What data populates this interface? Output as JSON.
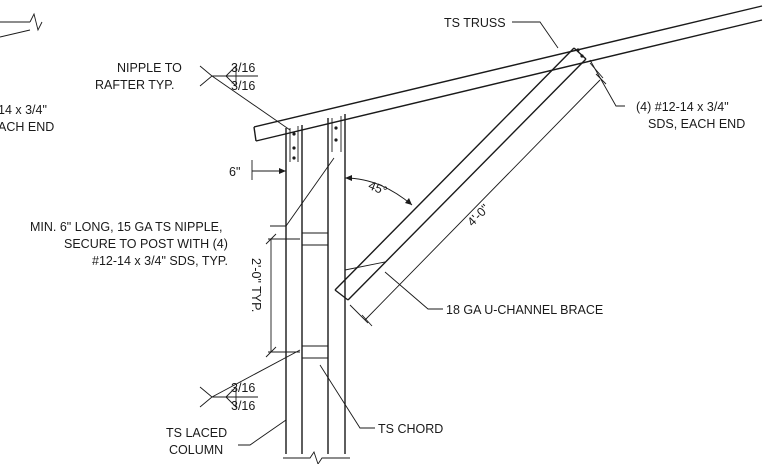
{
  "labels": {
    "ts_truss": "TS TRUSS",
    "nipple_line1": "NIPPLE TO",
    "nipple_line2": "RAFTER TYP.",
    "weld_top_a": "3/16",
    "weld_top_b": "3/16",
    "left_cut_line1": "14 x 3/4\"",
    "left_cut_line2": "ACH END",
    "right_sds_line1": "(4) #12-14 x 3/4\"",
    "right_sds_line2": "SDS, EACH END",
    "dim_6": "6\"",
    "angle_45": "45°",
    "brace_length": "4'-0\"",
    "min_line1": "MIN. 6\" LONG, 15 GA TS NIPPLE,",
    "min_line2": "SECURE TO POST WITH (4)",
    "min_line3": "#12-14 x 3/4\" SDS, TYP.",
    "spacing": "2'-0\" TYP.",
    "u_channel": "18 GA U-CHANNEL BRACE",
    "weld_bottom_a": "3/16",
    "weld_bottom_b": "3/16",
    "ts_chord": "TS CHORD",
    "laced_line1": "TS LACED",
    "laced_line2": "COLUMN"
  }
}
